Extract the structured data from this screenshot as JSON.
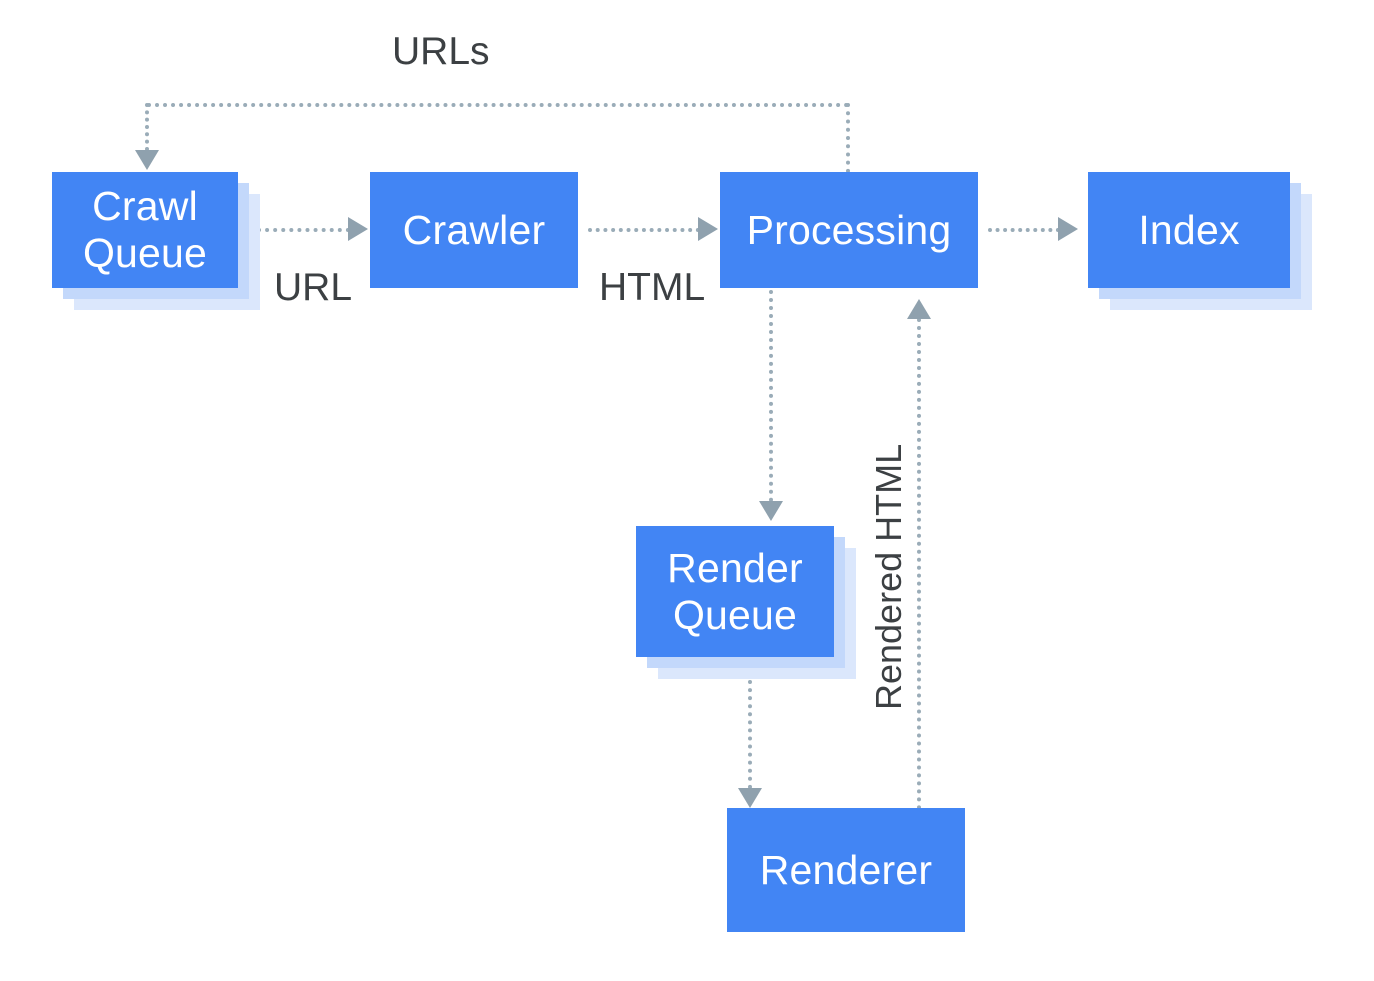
{
  "diagram": {
    "title_label": "URLs",
    "colors": {
      "node_fill": "#4285F4",
      "node_shadow_mid": "#c3d8fb",
      "node_shadow_outer": "#dbe7fc",
      "node_text": "#ffffff",
      "edge_line": "#9aacb8",
      "edge_arrow": "#8fa1ae",
      "edge_text": "#3c4043",
      "background": "#ffffff"
    },
    "nodes": [
      {
        "id": "crawl-queue",
        "label": "Crawl\nQueue",
        "stacked": true
      },
      {
        "id": "crawler",
        "label": "Crawler",
        "stacked": false
      },
      {
        "id": "processing",
        "label": "Processing",
        "stacked": false
      },
      {
        "id": "index",
        "label": "Index",
        "stacked": true
      },
      {
        "id": "render-queue",
        "label": "Render\nQueue",
        "stacked": true
      },
      {
        "id": "renderer",
        "label": "Renderer",
        "stacked": false
      }
    ],
    "edges": [
      {
        "id": "crawlqueue-to-crawler",
        "label": "URL",
        "from": "crawl-queue",
        "to": "crawler"
      },
      {
        "id": "crawler-to-processing",
        "label": "HTML",
        "from": "crawler",
        "to": "processing"
      },
      {
        "id": "processing-to-index",
        "label": "",
        "from": "processing",
        "to": "index"
      },
      {
        "id": "processing-to-crawlqueue",
        "label": "URLs",
        "from": "processing",
        "to": "crawl-queue"
      },
      {
        "id": "processing-to-renderqueue",
        "label": "",
        "from": "processing",
        "to": "render-queue"
      },
      {
        "id": "renderqueue-to-renderer",
        "label": "",
        "from": "render-queue",
        "to": "renderer"
      },
      {
        "id": "renderer-to-processing",
        "label": "Rendered HTML",
        "from": "renderer",
        "to": "processing"
      }
    ]
  }
}
